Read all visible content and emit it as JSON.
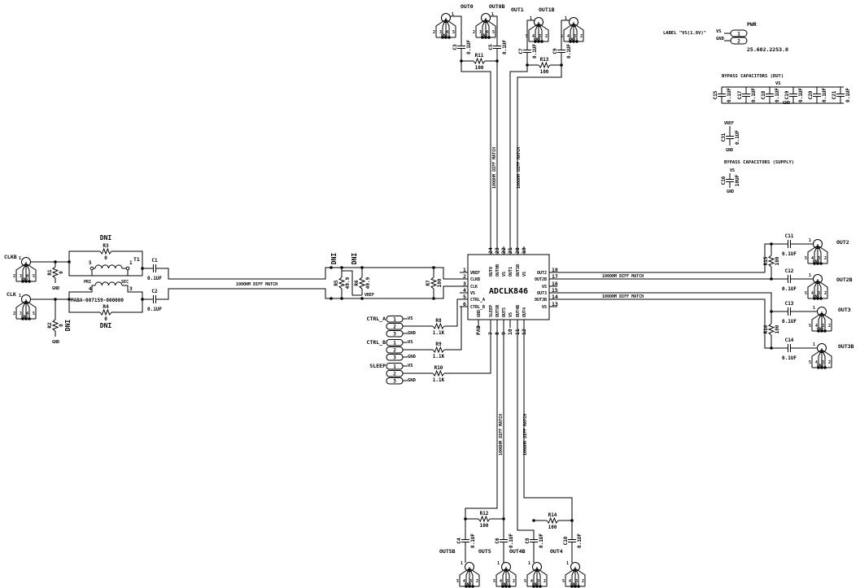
{
  "ic": {
    "ref": "ADCLK846",
    "left_pins": [
      {
        "num": "1",
        "label": "VREF"
      },
      {
        "num": "2",
        "label": "CLKB"
      },
      {
        "num": "3",
        "label": "CLK"
      },
      {
        "num": "4",
        "label": "VS"
      },
      {
        "num": "5",
        "label": "CTRL_A"
      },
      {
        "num": "6",
        "label": "CTRL_B"
      }
    ],
    "right_pins": [
      {
        "num": "18",
        "label": "OUT2"
      },
      {
        "num": "17",
        "label": "OUT2B"
      },
      {
        "num": "16",
        "label": "VS"
      },
      {
        "num": "15",
        "label": "OUT3"
      },
      {
        "num": "14",
        "label": "OUT3B"
      },
      {
        "num": "13",
        "label": "VS"
      }
    ],
    "top_pins": [
      {
        "num": "24",
        "label": "OUT0"
      },
      {
        "num": "23",
        "label": "OUT0B"
      },
      {
        "num": "22",
        "label": "VS"
      },
      {
        "num": "21",
        "label": "OUT1"
      },
      {
        "num": "20",
        "label": "OUT1B"
      },
      {
        "num": "19",
        "label": "VS"
      }
    ],
    "bottom_pins": [
      {
        "num": "PAD",
        "label": "GND"
      },
      {
        "num": "7",
        "label": "SLEEP"
      },
      {
        "num": "8",
        "label": "OUT5B"
      },
      {
        "num": "9",
        "label": "OUT5"
      },
      {
        "num": "10",
        "label": "VS"
      },
      {
        "num": "11",
        "label": "OUT4B"
      },
      {
        "num": "12",
        "label": "OUT4"
      }
    ]
  },
  "connectors": [
    {
      "label": "CLKB"
    },
    {
      "label": "CLK"
    },
    {
      "label": "OUT0"
    },
    {
      "label": "OUT0B"
    },
    {
      "label": "OUT1"
    },
    {
      "label": "OUT1B"
    },
    {
      "label": "OUT2"
    },
    {
      "label": "OUT2B"
    },
    {
      "label": "OUT3"
    },
    {
      "label": "OUT3B"
    },
    {
      "label": "OUT5B"
    },
    {
      "label": "OUT5"
    },
    {
      "label": "OUT4B"
    },
    {
      "label": "OUT4"
    }
  ],
  "connector_pins": {
    "signal": "1",
    "grounds": [
      "2",
      "3",
      "4",
      "5"
    ],
    "gnd": "GND"
  },
  "capacitors": [
    {
      "ref": "C1",
      "value": "0.1UF"
    },
    {
      "ref": "C2",
      "value": "0.1UF"
    },
    {
      "ref": "C3",
      "value": "0.1UF"
    },
    {
      "ref": "C5",
      "value": "0.1UF"
    },
    {
      "ref": "C7",
      "value": "0.1UF"
    },
    {
      "ref": "C9",
      "value": "0.1UF"
    },
    {
      "ref": "C11",
      "value": "0.1UF"
    },
    {
      "ref": "C12",
      "value": "0.1UF"
    },
    {
      "ref": "C13",
      "value": "0.1UF"
    },
    {
      "ref": "C14",
      "value": "0.1UF"
    },
    {
      "ref": "C4",
      "value": "0.1UF"
    },
    {
      "ref": "C6",
      "value": "0.1UF"
    },
    {
      "ref": "C8",
      "value": "0.1UF"
    },
    {
      "ref": "C10",
      "value": "0.1UF"
    }
  ],
  "resistors": [
    {
      "ref": "R1",
      "value": "0"
    },
    {
      "ref": "R2",
      "value": "0",
      "note": "DNI"
    },
    {
      "ref": "R3",
      "value": "0",
      "note": "DNI"
    },
    {
      "ref": "R4",
      "value": "0",
      "note": "DNI"
    },
    {
      "ref": "R5",
      "value": "49.9",
      "note": "DNI"
    },
    {
      "ref": "R6",
      "value": "49.9",
      "note": "DNI"
    },
    {
      "ref": "R7",
      "value": "100"
    },
    {
      "ref": "R8",
      "value": "1.1K"
    },
    {
      "ref": "R9",
      "value": "1.1K"
    },
    {
      "ref": "R10",
      "value": "1.1K"
    },
    {
      "ref": "R11",
      "value": "100"
    },
    {
      "ref": "R12",
      "value": "100"
    },
    {
      "ref": "R13",
      "value": "100"
    },
    {
      "ref": "R14",
      "value": "100"
    },
    {
      "ref": "R15",
      "value": "100"
    },
    {
      "ref": "R16",
      "value": "100"
    }
  ],
  "transformer": {
    "ref": "T1",
    "part": "MABA-007159-000000",
    "pri": "PRI",
    "sec": "SEC",
    "pins": [
      "5",
      "1",
      "4",
      "3"
    ]
  },
  "nets": {
    "gnd": "GND",
    "vs": "VS",
    "vref": "VREF",
    "diff_match": "100OHM DIFF MATCH"
  },
  "jumpers": [
    {
      "label": "CTRL_A"
    },
    {
      "label": "CTRL_B"
    },
    {
      "label": "SLEEP"
    }
  ],
  "jumper_pins": [
    "1",
    "2",
    "3"
  ],
  "power": {
    "title": "PWR",
    "label": "LABEL \"VS(1.8V)\"",
    "pins": [
      "1",
      "2"
    ],
    "nets": [
      "VS",
      "GND"
    ],
    "part": "25.602.2253.0"
  },
  "bypass": {
    "dut_title": "BYPASS CAPACITORS (DUT)",
    "supply_title": "BYPASS CAPACITORS (SUPPLY)",
    "dut_caps": [
      {
        "ref": "C15",
        "value": "0.1UF"
      },
      {
        "ref": "C17",
        "value": "0.1UF"
      },
      {
        "ref": "C18",
        "value": "0.1UF"
      },
      {
        "ref": "C19",
        "value": "0.1UF"
      },
      {
        "ref": "C20",
        "value": "0.1UF"
      },
      {
        "ref": "C21",
        "value": "0.1UF"
      }
    ],
    "vref_cap": {
      "ref": "C31",
      "value": "0.1UF"
    },
    "supply_cap": {
      "ref": "C16",
      "value": "10UF"
    }
  }
}
